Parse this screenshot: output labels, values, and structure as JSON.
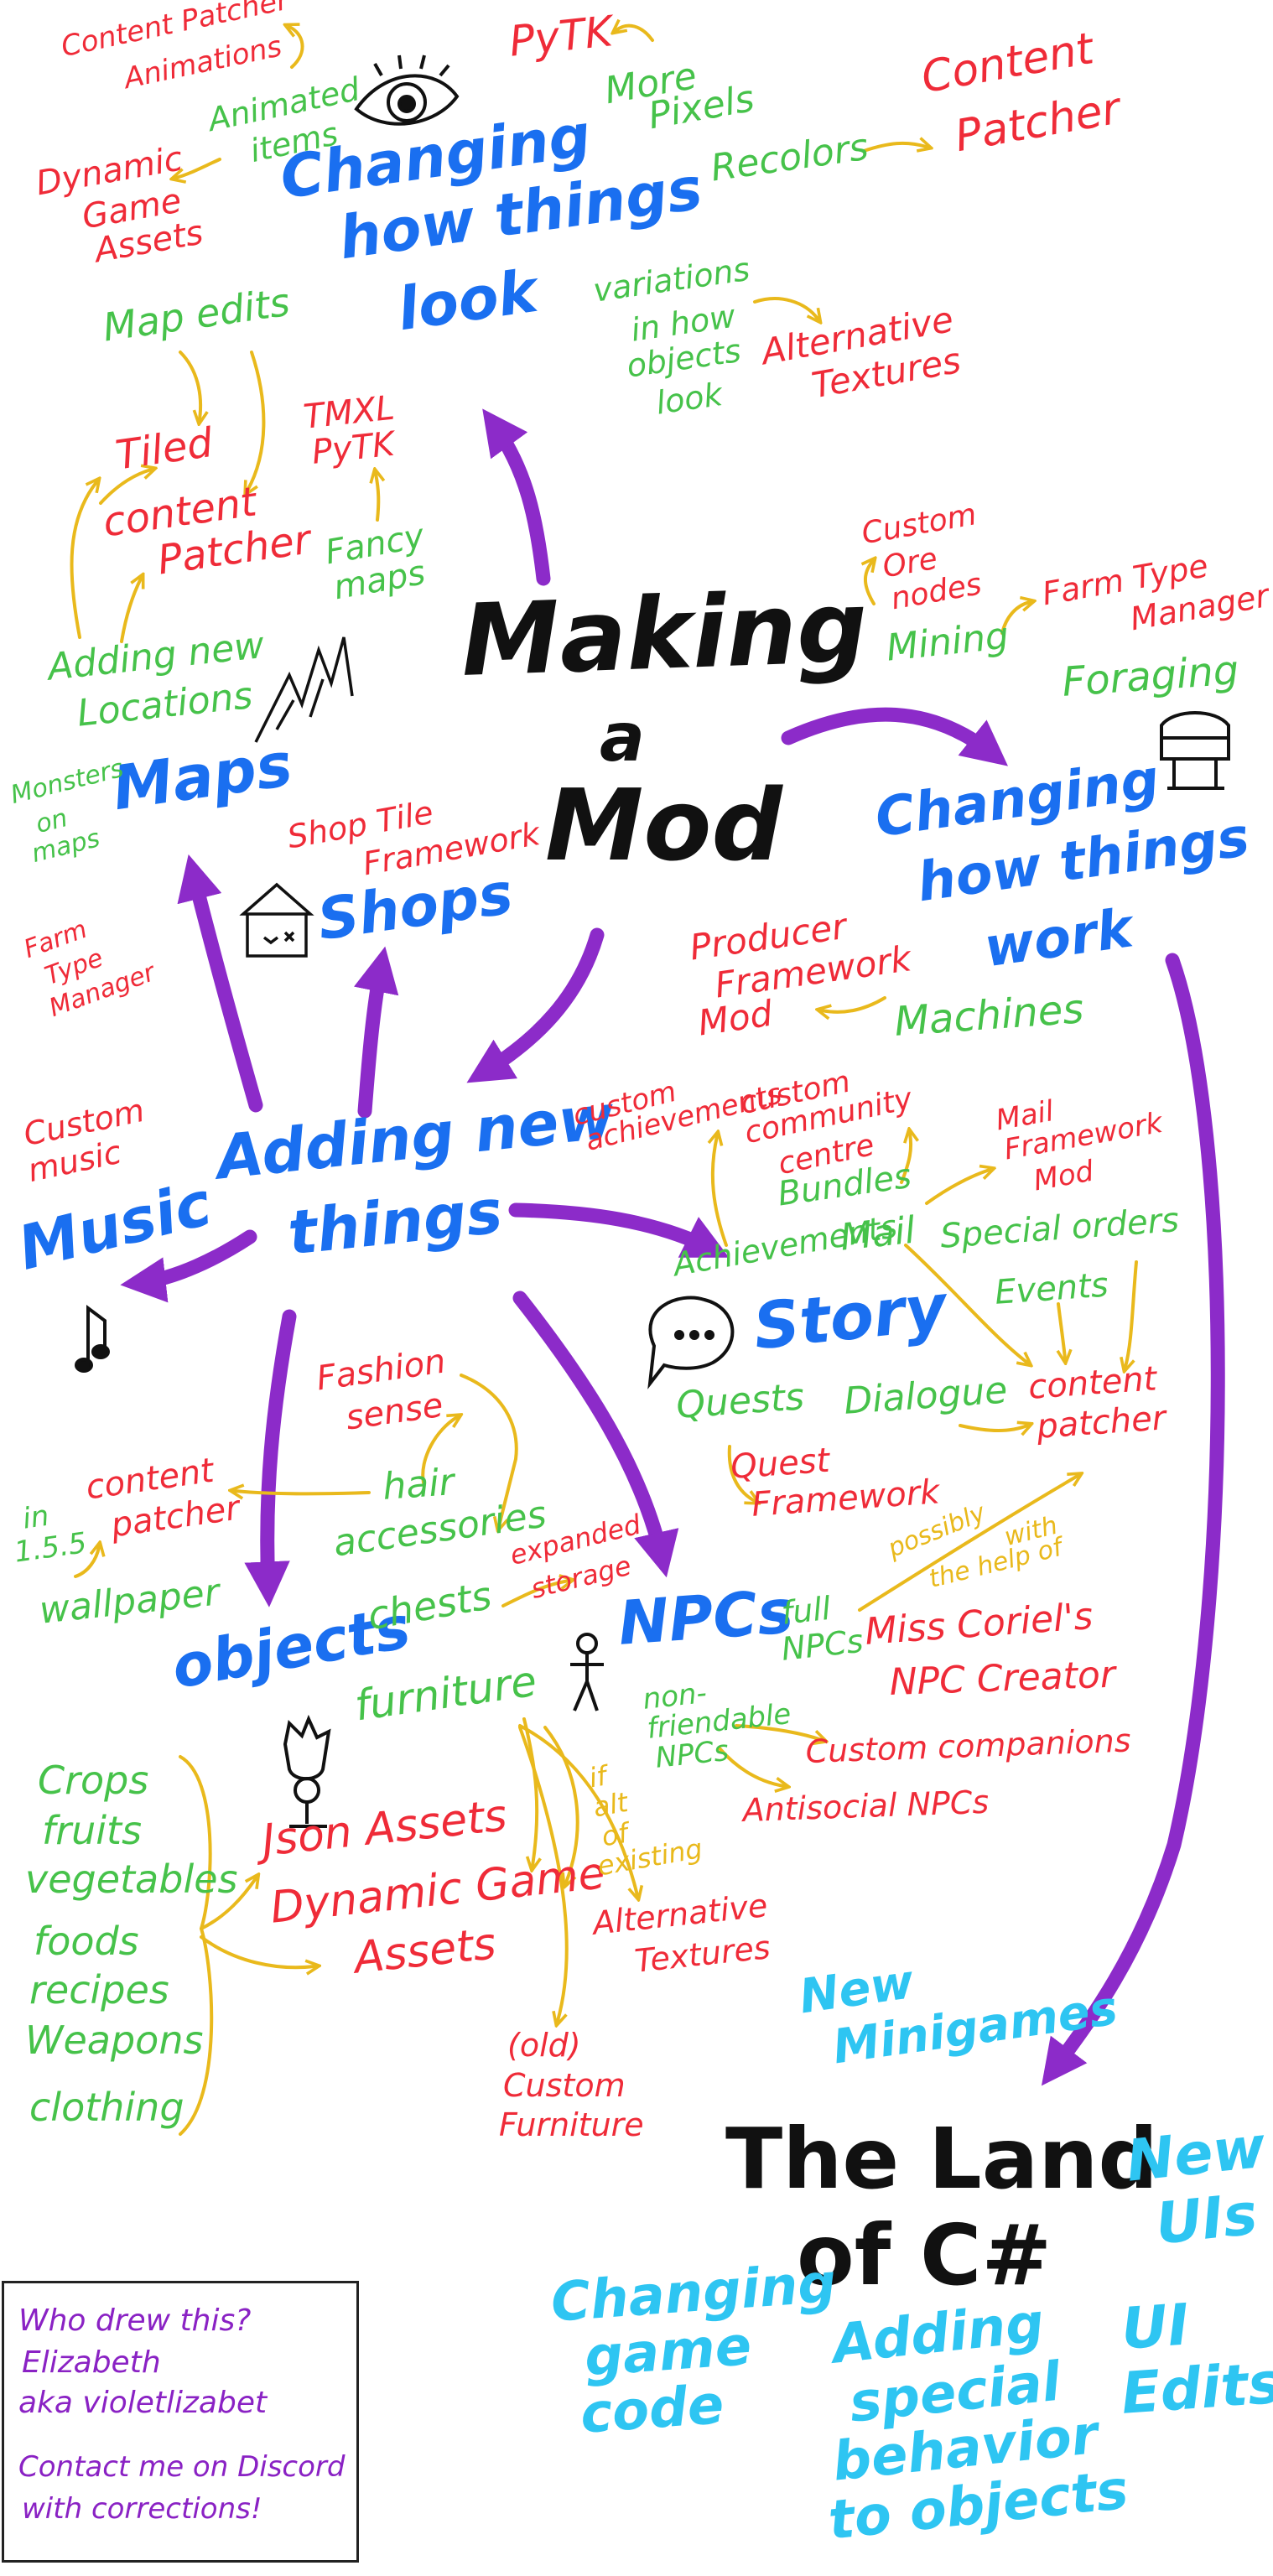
{
  "colors": {
    "center": "#111111",
    "category": "#1a6ff0",
    "csharp": "#2ec5f2",
    "item": "#46c24a",
    "tool": "#ef2b38",
    "connector": "#e9b91c",
    "main_arrow": "#8c2bc9"
  },
  "center": {
    "line1": "Making",
    "line2": "a",
    "line3": "Mod"
  },
  "look": {
    "title": [
      "Changing",
      "how things",
      "look"
    ],
    "pytk": "PyTK",
    "more_pixels": [
      "More",
      "Pixels"
    ],
    "recolors": "Recolors",
    "content_patcher": [
      "Content",
      "Patcher"
    ],
    "cp_animations": [
      "Content Patcher",
      "Animations"
    ],
    "animated_items": [
      "Animated",
      "items"
    ],
    "dga": [
      "Dynamic",
      "Game",
      "Assets"
    ],
    "variations": [
      "variations",
      "in how",
      "objects",
      "look"
    ],
    "alt_textures": [
      "Alternative",
      "Textures"
    ]
  },
  "maps": {
    "title": "Maps",
    "map_edits": "Map edits",
    "tiled": "Tiled",
    "content_patcher": [
      "content",
      "Patcher"
    ],
    "tmxl": [
      "TMXL",
      "PyTK"
    ],
    "fancy_maps": [
      "Fancy",
      "maps"
    ],
    "adding_locations": [
      "Adding new",
      "Locations"
    ],
    "monsters": [
      "Monsters",
      "on",
      "maps"
    ],
    "farm_type_manager": [
      "Farm",
      "Type",
      "Manager"
    ]
  },
  "work": {
    "title": [
      "Changing",
      "how things",
      "work"
    ],
    "custom_ore": [
      "Custom",
      "Ore",
      "nodes"
    ],
    "mining": "Mining",
    "ftm": [
      "Farm Type",
      "Manager"
    ],
    "foraging": "Foraging",
    "producer": [
      "Producer",
      "Framework",
      "Mod"
    ],
    "machines": "Machines"
  },
  "shops": {
    "title": "Shops",
    "stf": [
      "Shop Tile",
      "Framework"
    ]
  },
  "adding": {
    "title": [
      "Adding new",
      "things"
    ]
  },
  "music": {
    "title": "Music",
    "custom_music": [
      "Custom",
      "music"
    ]
  },
  "story": {
    "title": "Story",
    "custom_achievements": [
      "custom",
      "achievements"
    ],
    "ccc": [
      "custom",
      "community",
      "centre"
    ],
    "bundles": "Bundles",
    "achievements": "Achievements",
    "mail": "Mail",
    "mfm": [
      "Mail",
      "Framework",
      "Mod"
    ],
    "special_orders": "Special orders",
    "events": "Events",
    "quests": "Quests",
    "dialogue": "Dialogue",
    "content_patcher": [
      "content",
      "patcher"
    ],
    "quest_framework": [
      "Quest",
      "Framework"
    ]
  },
  "objects": {
    "title": "objects",
    "fashion_sense": [
      "Fashion",
      "sense"
    ],
    "hair": "hair",
    "accessories": "accessories",
    "content_patcher": [
      "content",
      "patcher"
    ],
    "in_1_5_5": [
      "in",
      "1.5.5"
    ],
    "wallpaper": "wallpaper",
    "chests": "chests",
    "expanded_storage": [
      "expanded",
      "storage"
    ],
    "furniture": "furniture",
    "list": [
      "Crops",
      "fruits",
      "vegetables",
      "foods",
      "recipes",
      "Weapons",
      "clothing"
    ],
    "json_assets": "Json Assets",
    "dga": [
      "Dynamic Game",
      "Assets"
    ],
    "if_alt": [
      "if",
      "alt",
      "of",
      "existing"
    ],
    "alt_textures": [
      "Alternative",
      "Textures"
    ],
    "old_cf": [
      "(old)",
      "Custom",
      "Furniture"
    ]
  },
  "npcs": {
    "title": "NPCs",
    "full_npcs": [
      "full",
      "NPCs"
    ],
    "possibly": [
      "possibly",
      "with",
      "the help of"
    ],
    "npc_creator": [
      "Miss Coriel's",
      "NPC Creator"
    ],
    "non_friendable": [
      "non-",
      "friendable",
      "NPCs"
    ],
    "custom_companions": "Custom companions",
    "antisocial": "Antisocial NPCs"
  },
  "csharp": {
    "title": [
      "The Land",
      "of C#"
    ],
    "new_minigames": [
      "New",
      "Minigames"
    ],
    "new_uis": [
      "New",
      "UIs"
    ],
    "ui_edits": [
      "UI",
      "Edits"
    ],
    "changing_code": [
      "Changing",
      "game",
      "code"
    ],
    "special_behavior": [
      "Adding",
      "special",
      "behavior",
      "to objects"
    ]
  },
  "credit": {
    "line1": "Who drew this?",
    "line2": "Elizabeth",
    "line3": "aka violetlizabet",
    "line4": "Contact me on Discord",
    "line5": "with corrections!"
  }
}
